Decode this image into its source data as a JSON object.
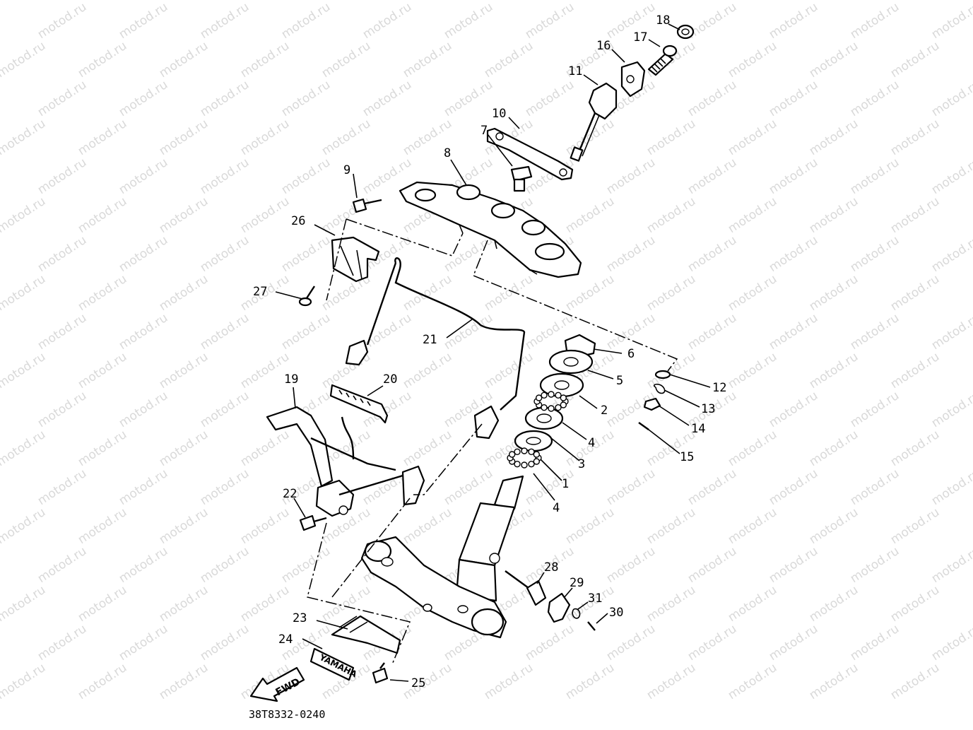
{
  "watermark": {
    "text": "motod.ru"
  },
  "diagram": {
    "code": "38T8332-0240",
    "badges": {
      "fwd": "FWD",
      "brand": "YAMAHA"
    },
    "callouts": [
      {
        "n": "1"
      },
      {
        "n": "2"
      },
      {
        "n": "3"
      },
      {
        "n": "4"
      },
      {
        "n": "4"
      },
      {
        "n": "5"
      },
      {
        "n": "6"
      },
      {
        "n": "7"
      },
      {
        "n": "8"
      },
      {
        "n": "9"
      },
      {
        "n": "10"
      },
      {
        "n": "11"
      },
      {
        "n": "12"
      },
      {
        "n": "13"
      },
      {
        "n": "14"
      },
      {
        "n": "15"
      },
      {
        "n": "16"
      },
      {
        "n": "17"
      },
      {
        "n": "18"
      },
      {
        "n": "19"
      },
      {
        "n": "20"
      },
      {
        "n": "21"
      },
      {
        "n": "22"
      },
      {
        "n": "23"
      },
      {
        "n": "24"
      },
      {
        "n": "25"
      },
      {
        "n": "26"
      },
      {
        "n": "27"
      },
      {
        "n": "28"
      },
      {
        "n": "29"
      },
      {
        "n": "30"
      },
      {
        "n": "31"
      }
    ]
  }
}
